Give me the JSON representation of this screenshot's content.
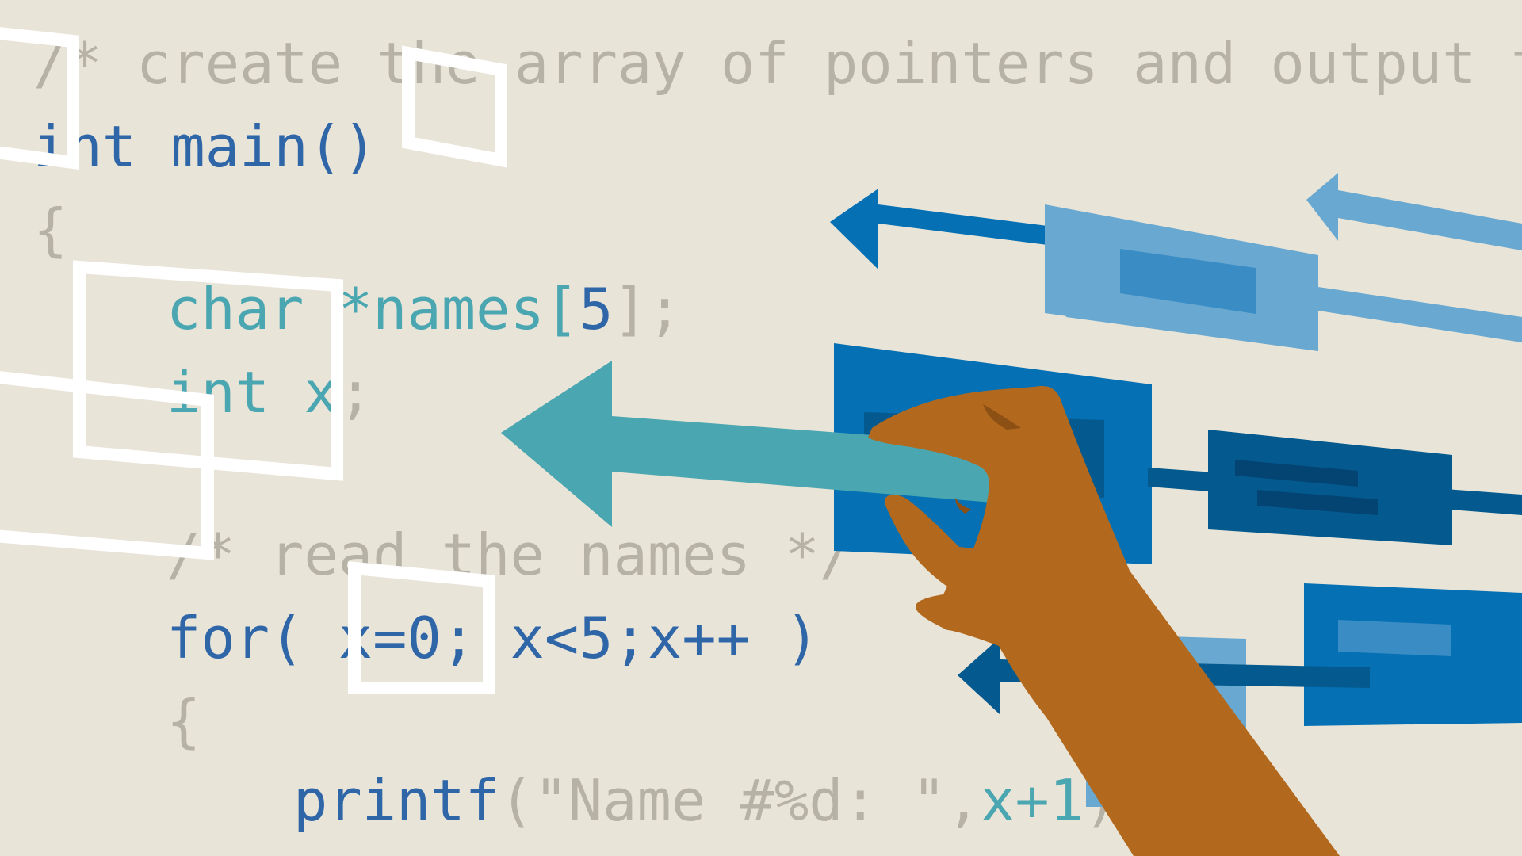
{
  "code": {
    "line1": "/* create the array of pointers and output the",
    "line2": "int main()",
    "line3": "{",
    "line4a": "char *names[",
    "line4b": "5",
    "line4c": "];",
    "line5a": "int x",
    "line5b": ";",
    "line6": "/* read the names */",
    "line7a": "for( ",
    "line7b": "x=0; x<5;x++ )",
    "line8": "{",
    "line9a": "printf",
    "line9b": "(\"Name #%d: \",",
    "line9c": "x+1",
    "line9d": ");"
  },
  "colors": {
    "background": "#e9e4d8",
    "comment": "#b7b2a6",
    "keyword": "#2f66a8",
    "teal": "#4aa6b0",
    "blue_dark": "#0570b3",
    "blue_mid": "#3a8cc4",
    "blue_light": "#69a8d0",
    "navy": "#045a8e",
    "skin": "#b2691e",
    "skin_shadow": "#8c4f14"
  },
  "illustration": {
    "subject": "hand-icon",
    "arrows": [
      "arrow-left-icon",
      "arrow-left-icon",
      "arrow-left-icon",
      "arrow-left-icon"
    ]
  }
}
